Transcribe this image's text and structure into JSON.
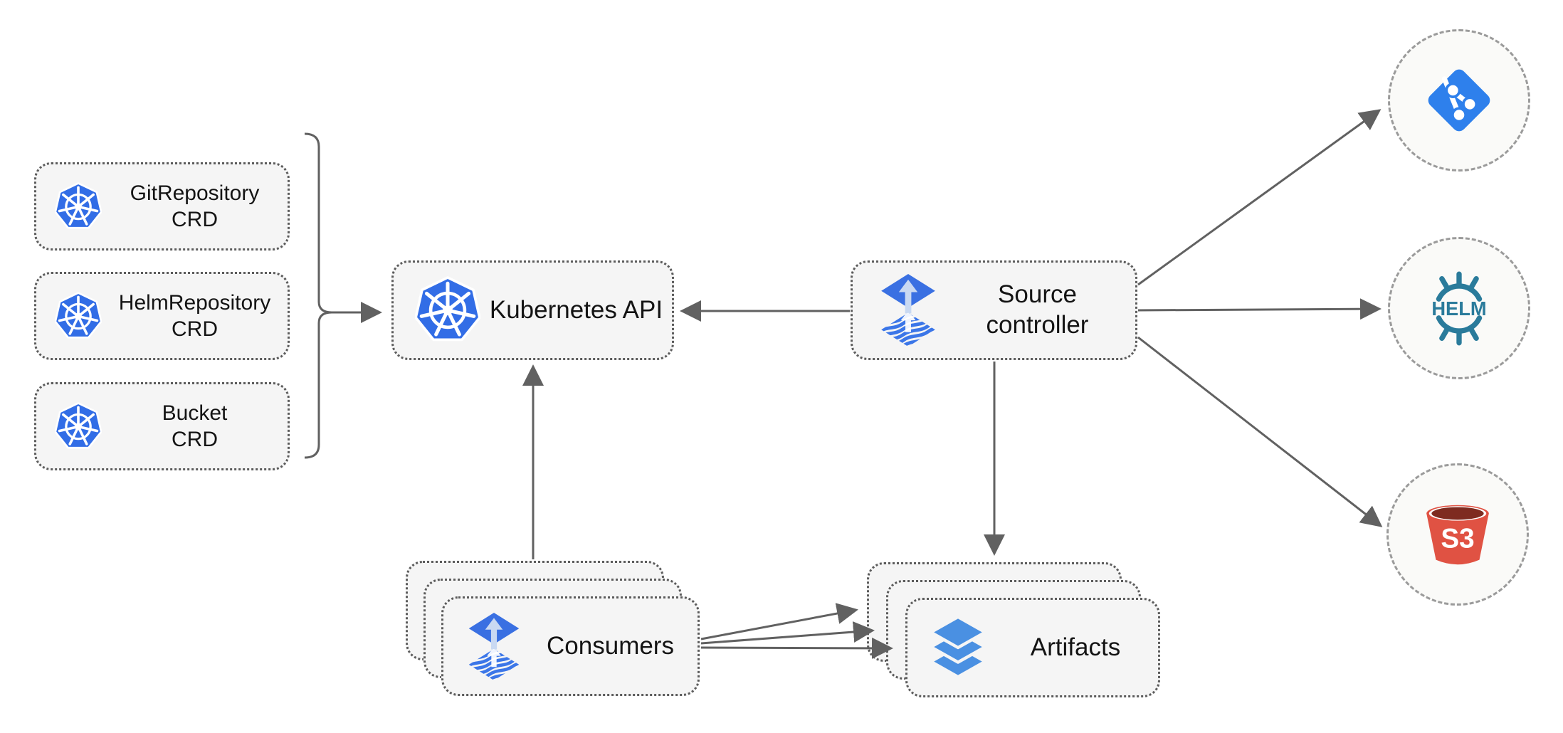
{
  "diagram": {
    "crds": [
      {
        "line1": "GitRepository",
        "line2": "CRD"
      },
      {
        "line1": "HelmRepository",
        "line2": "CRD"
      },
      {
        "line1": "Bucket",
        "line2": "CRD"
      }
    ],
    "kubernetes_api": {
      "label": "Kubernetes API"
    },
    "source_controller": {
      "line1": "Source",
      "line2": "controller"
    },
    "consumers": {
      "label": "Consumers"
    },
    "artifacts": {
      "label": "Artifacts"
    },
    "externals": {
      "git": "git-repository",
      "helm_text": "HELM",
      "s3_text": "S3"
    },
    "connections": [
      {
        "from": "crds",
        "to": "kubernetes-api"
      },
      {
        "from": "source-controller",
        "to": "kubernetes-api"
      },
      {
        "from": "consumers",
        "to": "kubernetes-api"
      },
      {
        "from": "source-controller",
        "to": "git"
      },
      {
        "from": "source-controller",
        "to": "helm"
      },
      {
        "from": "source-controller",
        "to": "s3"
      },
      {
        "from": "source-controller",
        "to": "artifacts"
      },
      {
        "from": "consumers",
        "to": "artifacts"
      }
    ],
    "colors": {
      "kubernetes_blue": "#326de6",
      "flux_blue": "#3a70e2",
      "flux_arrow_light": "#c9d9f2",
      "git_blue": "#2e80ec",
      "helm_teal": "#2a7b9b",
      "s3_red": "#e05243",
      "s3_dark_red": "#7e2b20",
      "layers_blue": "#4a90e2",
      "arrow_gray": "#616161",
      "box_fill": "#f5f5f5",
      "circle_fill": "#fafaf8"
    }
  }
}
